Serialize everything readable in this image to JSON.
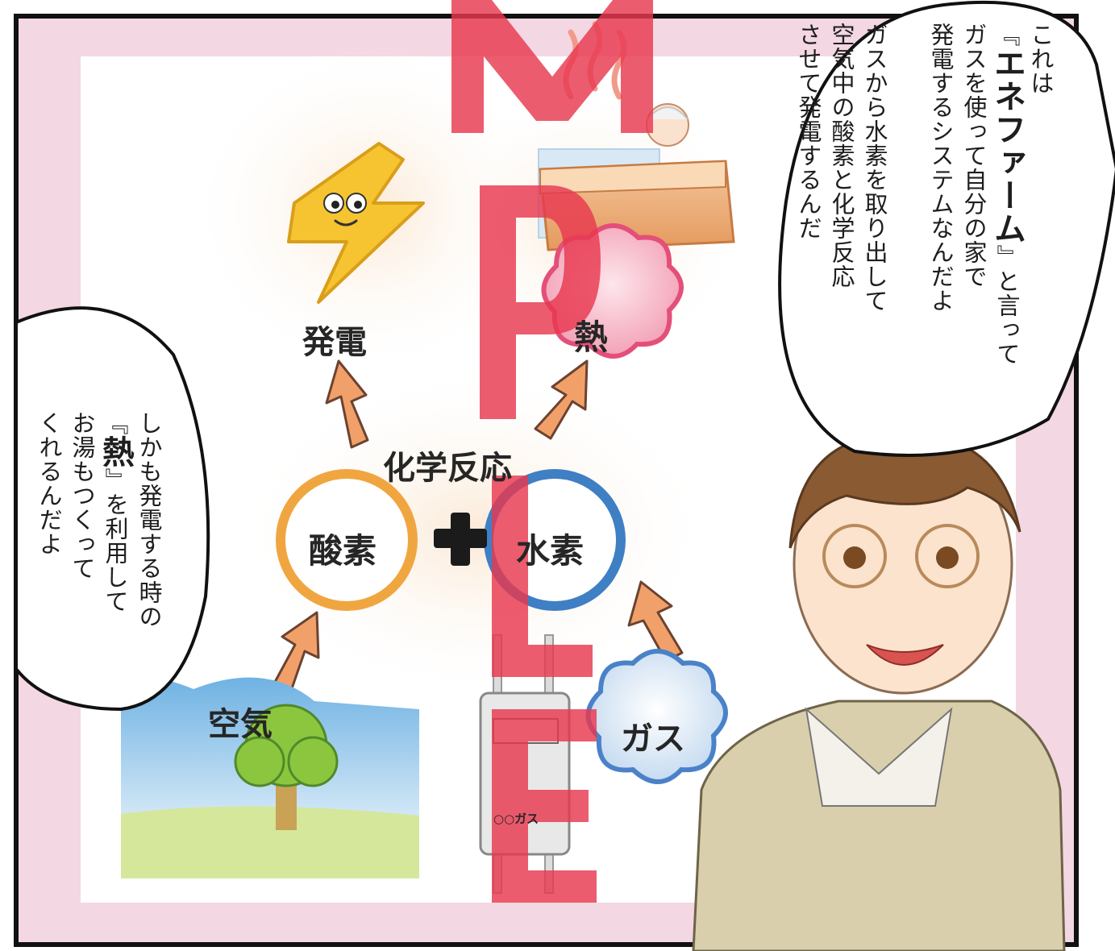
{
  "diagram": {
    "power_label": "発電",
    "heat_label": "熱",
    "reaction_label": "化学反応",
    "oxygen_label": "酸素",
    "hydrogen_label": "水素",
    "air_label": "空気",
    "gas_label": "ガス",
    "meter_label": "○○ガス"
  },
  "bubble_right": {
    "line1": "これは",
    "line2_open": "『",
    "line2_emphasis": "エネファーム",
    "line2_close": "』と言って",
    "line3": "ガスを使って自分の家で",
    "line4": "発電するシステムなんだよ",
    "line5": "ガスから水素を取り出して",
    "line6": "空気中の酸素と化学反応",
    "line7": "させて発電するんだ"
  },
  "bubble_left": {
    "line1": "しかも発電する時の",
    "line2_open": "『",
    "line2_emphasis": "熱",
    "line2_close": "』を利用して",
    "line3": "お湯もつくって",
    "line4": "くれるんだよ"
  },
  "watermark": "MPLE",
  "colors": {
    "frame_pink": "#f3d7e3",
    "oxygen_ring": "#f0a640",
    "hydrogen_ring": "#3f7fc4",
    "heat_cloud": "#e44f79",
    "gas_cloud": "#4a82c8",
    "arrow": "#f2a06a",
    "bolt": "#f6c431",
    "jacket": "#d9cfac",
    "watermark": "#e8384f"
  }
}
